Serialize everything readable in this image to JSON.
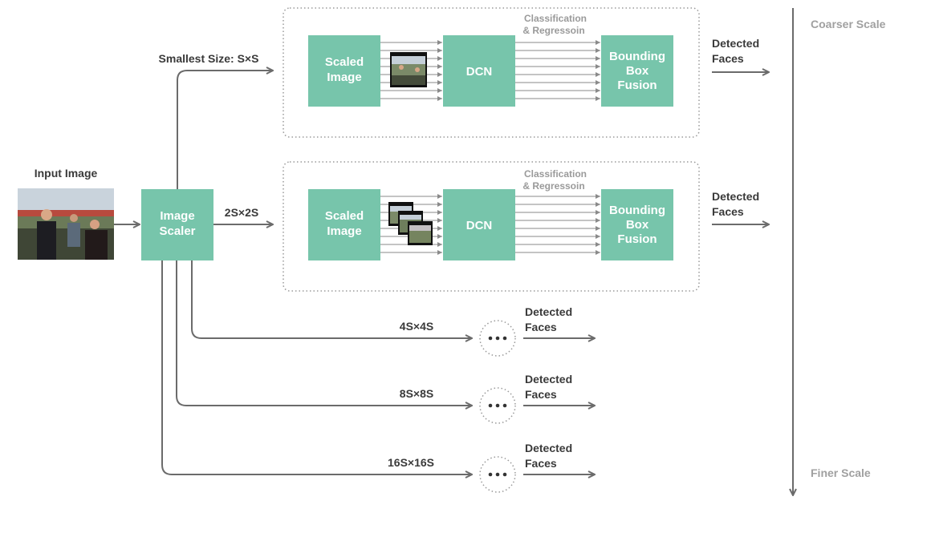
{
  "colors": {
    "box_fill": "#77c5ab",
    "arrow": "#6b6b6b",
    "scale_text": "#a0a0a0"
  },
  "input": {
    "label": "Input Image"
  },
  "scaler": {
    "line1": "Image",
    "line2": "Scaler"
  },
  "branches": [
    {
      "size_label": "Smallest Size: S×S",
      "scaled": {
        "line1": "Scaled",
        "line2": "Image"
      },
      "dcn": "DCN",
      "cls": {
        "line1": "Classification",
        "line2": "& Regressoin"
      },
      "fusion": {
        "line1": "Bounding",
        "line2": "Box",
        "line3": "Fusion"
      },
      "output": {
        "line1": "Detected",
        "line2": "Faces"
      }
    },
    {
      "size_label": "2S×2S",
      "scaled": {
        "line1": "Scaled",
        "line2": "Image"
      },
      "dcn": "DCN",
      "cls": {
        "line1": "Classification",
        "line2": "& Regressoin"
      },
      "fusion": {
        "line1": "Bounding",
        "line2": "Box",
        "line3": "Fusion"
      },
      "output": {
        "line1": "Detected",
        "line2": "Faces"
      }
    }
  ],
  "extra_branches": [
    {
      "size_label": "4S×4S",
      "output": {
        "line1": "Detected",
        "line2": "Faces"
      }
    },
    {
      "size_label": "8S×8S",
      "output": {
        "line1": "Detected",
        "line2": "Faces"
      }
    },
    {
      "size_label": "16S×16S",
      "output": {
        "line1": "Detected",
        "line2": "Faces"
      }
    }
  ],
  "scale_axis": {
    "top": "Coarser Scale",
    "bottom": "Finer Scale"
  },
  "icons": {
    "ellipsis": "ellipsis-icon",
    "photo": "photo-icon"
  }
}
